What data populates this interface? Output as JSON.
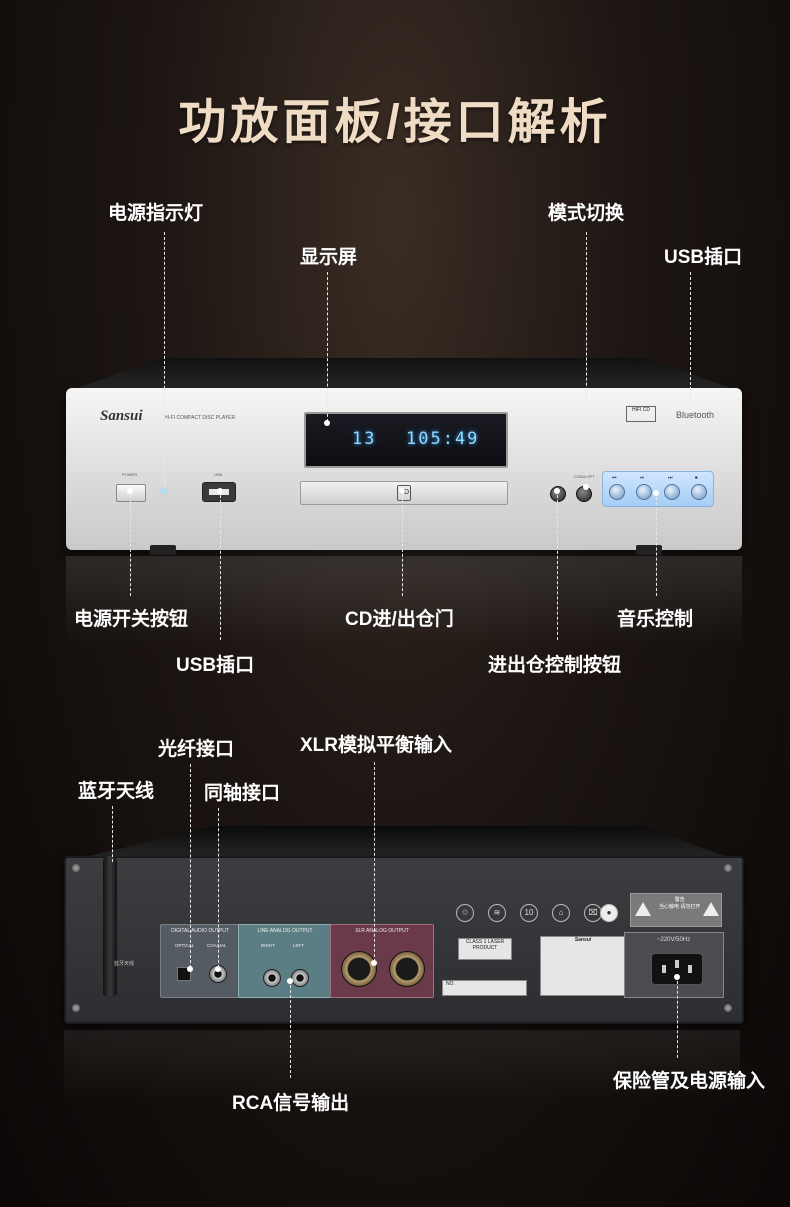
{
  "page": {
    "title": "功放面板/接口解析",
    "bg_color": "#1c1512",
    "title_color": "#f0dcc4"
  },
  "front_labels": {
    "power_indicator": "电源指示灯",
    "display": "显示屏",
    "mode_switch": "模式切换",
    "usb_top": "USB插口",
    "power_switch": "电源开关按钮",
    "usb_bottom": "USB插口",
    "cd_door": "CD进/出仓门",
    "eject_button": "进出仓控制按钮",
    "music_control": "音乐控制"
  },
  "rear_labels": {
    "optical": "光纤接口",
    "xlr": "XLR模拟平衡输入",
    "bt_antenna": "蓝牙天线",
    "coaxial": "同轴接口",
    "rca": "RCA信号输出",
    "fuse_power": "保险管及电源输入"
  },
  "front_panel": {
    "brand": "Sansui",
    "model_line": "HI-FI COMPACT DISC PLAYER",
    "display_track": "13",
    "display_time": "105:49",
    "power_text": "POWER",
    "usb_text": "USB",
    "coaxial_text": "COAX/OPT",
    "hifi_badge": "HIFI CD",
    "bluetooth_text": "Bluetooth",
    "disc_logo": "CD"
  },
  "rear_panel": {
    "digital_header": "DIGITAL AUDIO OUTPUT",
    "optical_text": "OPTICAL",
    "coaxial_text": "COAXIAL",
    "line_header": "LINE ANALOG OUTPUT",
    "right_text": "RIGHT",
    "left_text": "LEFT",
    "xlr_header": "XLR ANALOG OUTPUT",
    "antenna_text": "蓝牙天线",
    "class_label": "CLASS 1 LASER PRODUCT",
    "brand_sticker": "Sansui",
    "no_text": "NO.",
    "warning_title": "警告",
    "warning_body": "当心触电 请勿打开",
    "voltage": "~220V/50Hz"
  }
}
